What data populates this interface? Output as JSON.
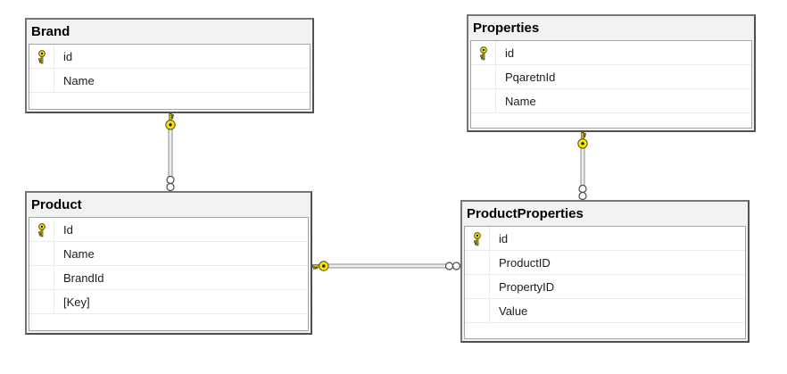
{
  "diagram": {
    "kind": "database-diagram",
    "tables": [
      {
        "name": "Brand",
        "columns": [
          {
            "name": "id",
            "primary_key": true
          },
          {
            "name": "Name",
            "primary_key": false
          }
        ]
      },
      {
        "name": "Properties",
        "columns": [
          {
            "name": "id",
            "primary_key": true
          },
          {
            "name": "PqaretnId",
            "primary_key": false
          },
          {
            "name": "Name",
            "primary_key": false
          }
        ]
      },
      {
        "name": "Product",
        "columns": [
          {
            "name": "Id",
            "primary_key": true
          },
          {
            "name": "Name",
            "primary_key": false
          },
          {
            "name": "BrandId",
            "primary_key": false
          },
          {
            "name": "[Key]",
            "primary_key": false
          }
        ]
      },
      {
        "name": "ProductProperties",
        "columns": [
          {
            "name": "id",
            "primary_key": true
          },
          {
            "name": "ProductID",
            "primary_key": false
          },
          {
            "name": "PropertyID",
            "primary_key": false
          },
          {
            "name": "Value",
            "primary_key": false
          }
        ]
      }
    ],
    "relationships": [
      {
        "one_side": "Brand",
        "many_side": "Product",
        "one_symbol": "key",
        "many_symbol": "infinity",
        "orientation": "vertical"
      },
      {
        "one_side": "Properties",
        "many_side": "ProductProperties",
        "one_symbol": "key",
        "many_symbol": "infinity",
        "orientation": "vertical"
      },
      {
        "one_side": "Product",
        "many_side": "ProductProperties",
        "one_symbol": "key",
        "many_symbol": "infinity",
        "orientation": "horizontal"
      }
    ],
    "icons": {
      "primary_key": "key-icon",
      "one_end": "key-icon",
      "many_end": "infinity-icon"
    },
    "colors": {
      "background": "#ffffff",
      "key_yellow": "#f7e400",
      "key_outline": "#55531c",
      "table_border": "#515151",
      "grid_border": "#a5a5a5",
      "row_separator": "#ebebeb",
      "header_band": "#f2f2f2",
      "connector_gray": "#8f8f8f",
      "text": "#1c1c1c"
    }
  }
}
